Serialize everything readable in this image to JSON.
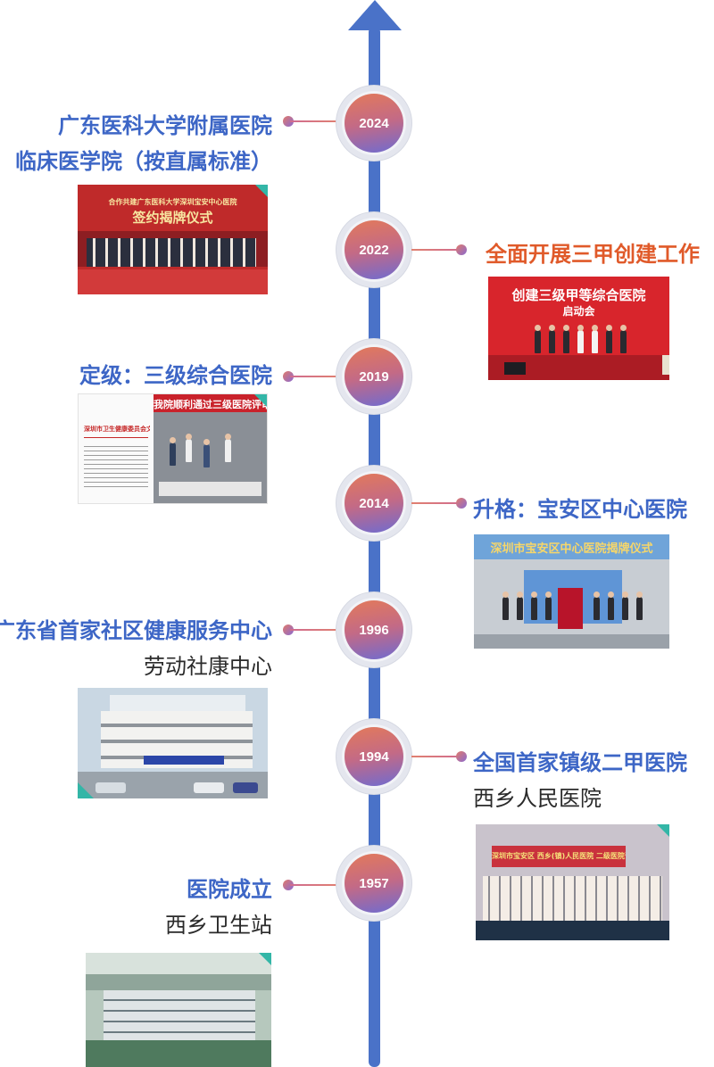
{
  "milestones": [
    {
      "year": "2024",
      "title_line1": "广东医科大学附属医院",
      "title_line2": "临床医学院（按直属标准）",
      "photo_banner": "合作共建广东医科大学深圳宝安中心医院",
      "photo_banner2": "签约揭牌仪式"
    },
    {
      "year": "2022",
      "title": "全面开展三甲创建工作",
      "photo_banner": "创建三级甲等综合医院",
      "photo_banner2": "启动会"
    },
    {
      "year": "2019",
      "title": "定级：三级综合医院",
      "photo_banner": "我院顺利通过三级医院评审",
      "doc_title": "深圳市卫生健康委员会文件"
    },
    {
      "year": "2014",
      "title": "升格：宝安区中心医院",
      "photo_banner": "深圳市宝安区中心医院揭牌仪式"
    },
    {
      "year": "1996",
      "title": "广东省首家社区健康服务中心",
      "subtitle": "劳动社康中心"
    },
    {
      "year": "1994",
      "title": "全国首家镇级二甲医院",
      "subtitle": "西乡人民医院",
      "photo_banner": "深圳市宝安区 西乡(镇)人民医院 二级医院评审会"
    },
    {
      "year": "1957",
      "title": "医院成立",
      "subtitle": "西乡卫生站"
    }
  ],
  "colors": {
    "axis": "#4a72c8",
    "title_blue": "#3d66c6",
    "title_orange": "#e05a2a",
    "accent_teal": "#33b6a7"
  }
}
